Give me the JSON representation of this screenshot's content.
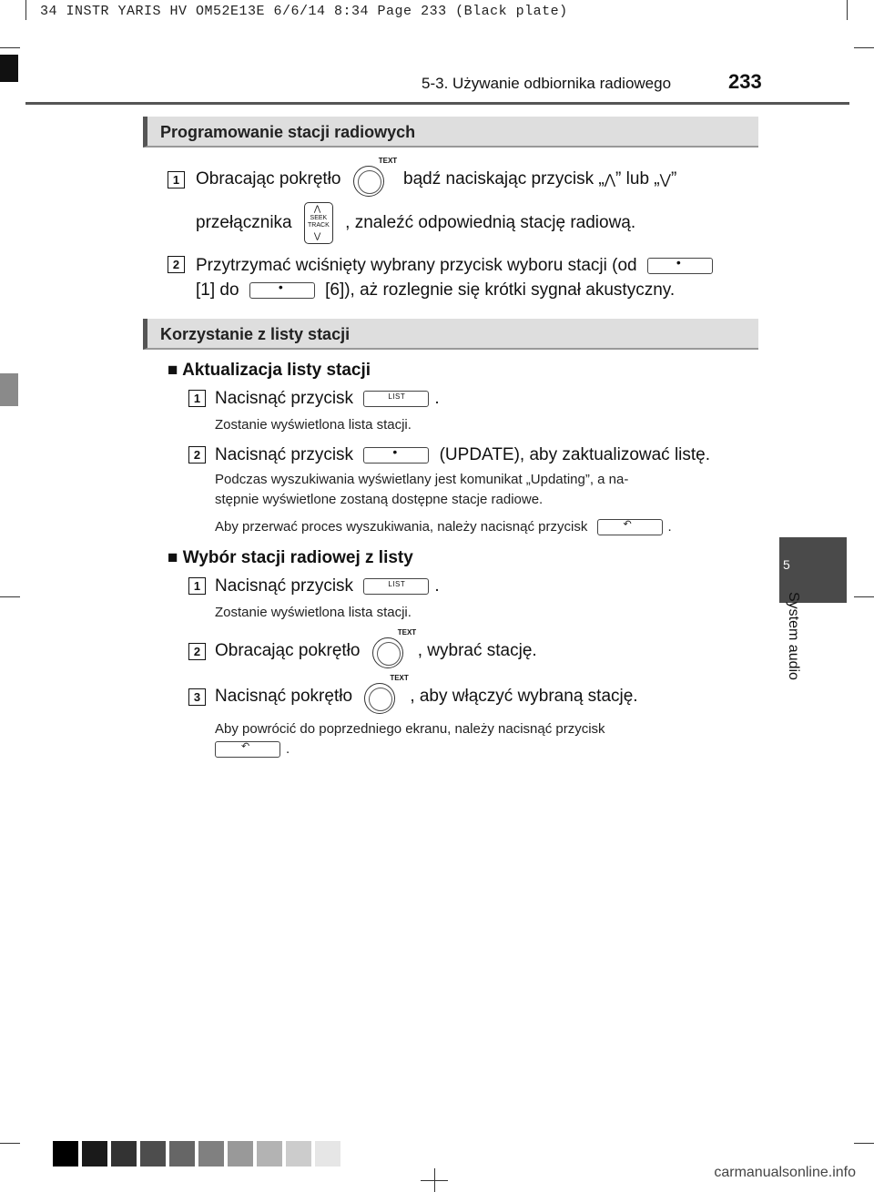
{
  "slug": "34 INSTR YARIS HV OM52E13E  6/6/14  8:34  Page 233    (Black plate)",
  "header": {
    "section": "5-3. Używanie odbiornika radiowego",
    "page_number": "233"
  },
  "side_tab": {
    "number": "5",
    "label": "System audio"
  },
  "section1": {
    "title": "Programowanie stacji radiowych",
    "step1": {
      "num": "1",
      "part_a": "Obracając pokrętło",
      "part_b": "bądź naciskając przycisk „",
      "part_c": "” lub „",
      "part_d": "”",
      "part_e": "przełącznika",
      "part_f": ", znaleźć odpowiednią stację radiową."
    },
    "step2": {
      "num": "2",
      "line1": "Przytrzymać wciśnięty wybrany przycisk wyboru stacji (od",
      "line2a": "[1] do",
      "line2b": "[6]), aż rozlegnie się krótki sygnał akustyczny."
    }
  },
  "section2": {
    "title": "Korzystanie z listy stacji",
    "sub1": {
      "heading": "Aktualizacja listy stacji",
      "step1_text": "Nacisnąć przycisk",
      "step1_after": ".",
      "note1": "Zostanie wyświetlona lista stacji.",
      "step2_text": "Nacisnąć przycisk",
      "step2_after": "(UPDATE), aby zaktualizować listę.",
      "note2_line1": "Podczas  wyszukiwania  wyświetlany  jest  komunikat  „Updating”,  a  na-",
      "note2_line2": "stępnie wyświetlone zostaną dostępne stacje radiowe.",
      "note3": "Aby przerwać proces wyszukiwania, należy nacisnąć przycisk",
      "note3_after": "."
    },
    "sub2": {
      "heading": "Wybór stacji radiowej z listy",
      "step1_text": "Nacisnąć przycisk",
      "step1_after": ".",
      "note1": "Zostanie wyświetlona lista stacji.",
      "step2_text": "Obracając pokrętło",
      "step2_after": ", wybrać stację.",
      "step3_text": "Nacisnąć pokrętło",
      "step3_after": ", aby włączyć wybraną stację.",
      "note2_line1": "Aby  powrócić  do  poprzedniego  ekranu,  należy  nacisnąć  przycisk",
      "note2_after": "."
    }
  },
  "labels": {
    "text": "TEXT",
    "list": "LIST",
    "seek1": "SEEK",
    "seek2": "TRACK",
    "step_nums": [
      "1",
      "2",
      "3"
    ]
  },
  "watermark": "carmanualsonline.info",
  "footer_colors": [
    "#000000",
    "#1a1a1a",
    "#333333",
    "#4d4d4d",
    "#666666",
    "#808080",
    "#999999",
    "#b3b3b3",
    "#cccccc",
    "#e6e6e6"
  ]
}
